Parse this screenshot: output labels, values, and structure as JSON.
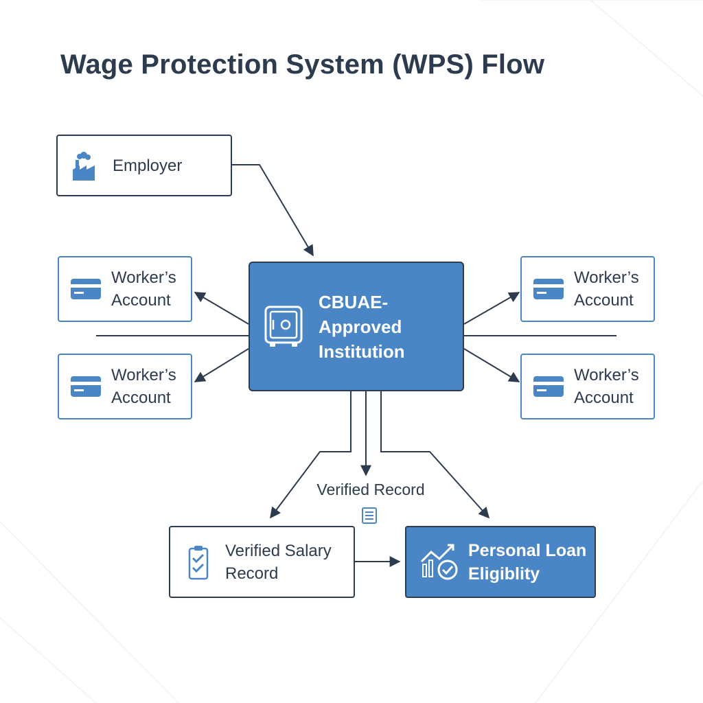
{
  "title": "Wage Protection System (WPS) Flow",
  "nodes": {
    "employer": {
      "label": "Employer",
      "icon": "factory-icon"
    },
    "institution": {
      "line1": "CBUAE-",
      "line2": "Approved",
      "line3": "Institution",
      "icon": "safe-icon"
    },
    "workers": [
      {
        "line1": "Worker’s",
        "line2": "Account",
        "icon": "card-icon"
      },
      {
        "line1": "Worker’s",
        "line2": "Account",
        "icon": "card-icon"
      },
      {
        "line1": "Worker’s",
        "line2": "Account",
        "icon": "card-icon"
      },
      {
        "line1": "Worker’s",
        "line2": "Account",
        "icon": "card-icon"
      }
    ],
    "salary_record": {
      "line1": "Verified Salary",
      "line2": "Record",
      "icon": "checklist-icon"
    },
    "loan": {
      "line1": "Personal Loan",
      "line2": "Eligiblity",
      "icon": "growth-check-icon"
    }
  },
  "verified_record_label": "Verified Record",
  "verified_record_icon": "document-icon",
  "colors": {
    "primary_blue": "#4a86c5",
    "dark_navy": "#2d3b4e",
    "background": "#ffffff"
  }
}
